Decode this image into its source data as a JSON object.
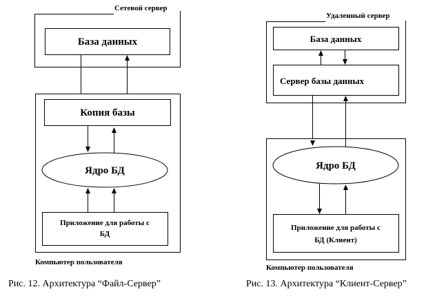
{
  "file_server": {
    "server_label": "Сетевой сервер",
    "database": "База данных",
    "db_copy": "Копия базы",
    "db_core": "Ядро БД",
    "app_line1": "Приложение  для работы  с",
    "app_line2": "БД",
    "computer_label": "Компьютер  пользователя",
    "caption": "Рис. 12.  Архитектура “Файл-Сервер”"
  },
  "client_server": {
    "server_label": "Удаленный сервер",
    "database": "База данных",
    "db_server": "Сервер базы данных",
    "db_core": "Ядро БД",
    "app_line1": "Приложение  для работы  с",
    "app_line2": "БД  (Клиент)",
    "computer_label": "Компьютер  пользователя",
    "caption": "Рис. 13.  Архитектура “Клиент-Сервер”"
  },
  "colors": {
    "stroke": "#000000",
    "background": "#ffffff"
  }
}
